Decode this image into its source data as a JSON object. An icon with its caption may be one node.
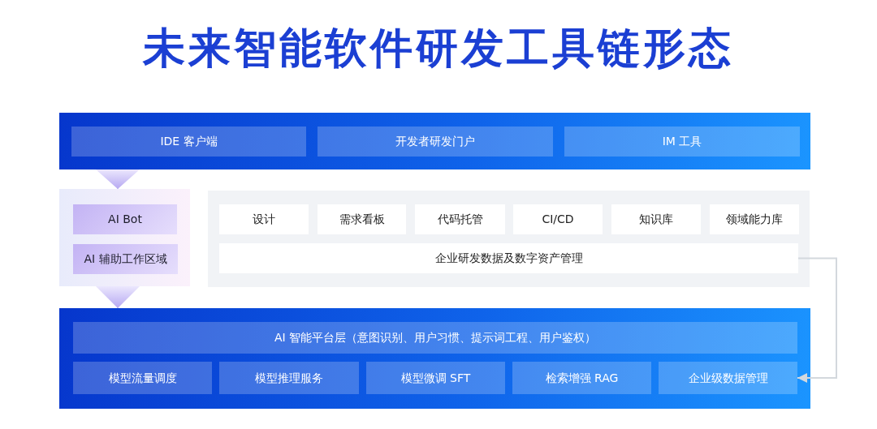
{
  "diagram": {
    "title": "未来智能软件研发工具链形态",
    "nodes": [
      {
        "text": [],
        "shape": "box"
      },
      {
        "text": [
          "IDE 客户端"
        ],
        "in": 0
      },
      {
        "text": [
          "开发者研发门户"
        ],
        "in": 0
      },
      {
        "text": [
          "IM 工具"
        ],
        "in": 0
      },
      {
        "text": [],
        "shape": "box"
      },
      {
        "text": [
          "AI Bot"
        ],
        "in": 4
      },
      {
        "text": [
          "AI 辅助工作区域"
        ],
        "in": 4
      },
      {
        "text": [],
        "shape": "box"
      },
      {
        "text": [
          "设计"
        ],
        "in": 7
      },
      {
        "text": [
          "需求看板"
        ],
        "in": 7
      },
      {
        "text": [
          "代码托管"
        ],
        "in": 7
      },
      {
        "text": [
          "CI/CD"
        ],
        "in": 7
      },
      {
        "text": [
          "知识库"
        ],
        "in": 7
      },
      {
        "text": [
          "领域能力库"
        ],
        "in": 7
      },
      {
        "text": [
          "企业研发数据及数字资产管理"
        ],
        "in": 7
      },
      {
        "text": [],
        "shape": "box"
      },
      {
        "text": [
          "AI 智能平台层（意图识别、用户习惯、提示词工程、用户鉴权）"
        ],
        "in": 15
      },
      {
        "text": [
          "模型流量调度"
        ],
        "in": 15
      },
      {
        "text": [
          "模型推理服务"
        ],
        "in": 15
      },
      {
        "text": [
          "模型微调 SFT"
        ],
        "in": 15
      },
      {
        "text": [
          "检索增强 RAG"
        ],
        "in": 15
      },
      {
        "text": [
          "企业级数据管理"
        ],
        "in": 15
      }
    ],
    "edges": [
      {
        "from": 0,
        "to": 4,
        "arrow": "to"
      },
      {
        "from": 4,
        "to": 15,
        "arrow": "to"
      },
      {
        "from": 14,
        "to": 21,
        "arrow": "to",
        "color": "#d3d8dd"
      }
    ]
  }
}
